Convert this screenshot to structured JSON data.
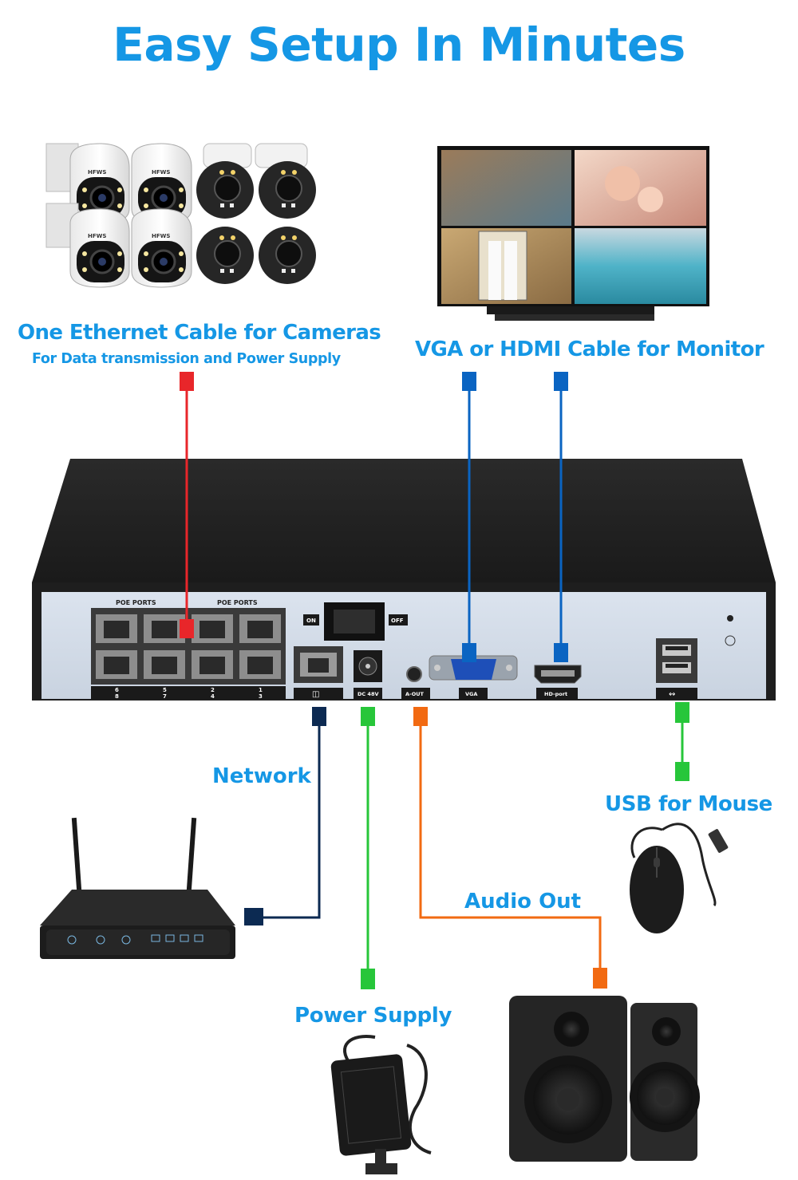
{
  "title": "Easy Setup In Minutes",
  "labels": {
    "cameras": "One Ethernet Cable for Cameras",
    "cameras_sub": "For Data transmission and Power Supply",
    "monitor": "VGA or HDMI Cable for Monitor",
    "network": "Network",
    "usb": "USB for Mouse",
    "audio": "Audio Out",
    "power": "Power Supply"
  },
  "nvr": {
    "poe_label_1": "POE PORTS",
    "poe_label_2": "POE PORTS",
    "switch_on": "ON",
    "switch_off": "OFF",
    "port_numbers_top": [
      "6",
      "5",
      "2",
      "1"
    ],
    "port_numbers_bottom": [
      "8",
      "7",
      "4",
      "3"
    ],
    "dc_label": "DC 48V",
    "aout_label": "A-OUT",
    "vga_label": "VGA",
    "hd_label": "HD-port"
  },
  "camera_brand": "HFWS",
  "colors": {
    "title": "#1597e5",
    "ethernet": "#e8262a",
    "monitor": "#0a64c2",
    "network": "#0c2a52",
    "power": "#27c63a",
    "audio": "#f26a12",
    "usb": "#27c63a"
  }
}
